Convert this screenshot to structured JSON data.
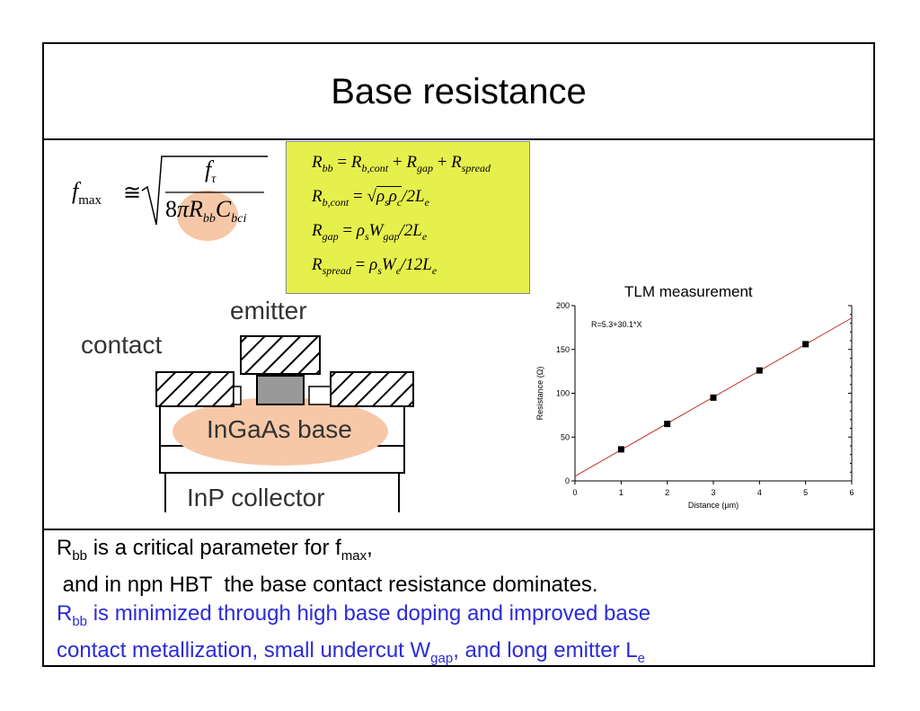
{
  "title": "Base resistance",
  "fmax_formula": {
    "lhs": "f",
    "lhs_sub": "max",
    "approx": "≅",
    "numerator": "f",
    "numerator_sub": "τ",
    "denom_8": "8",
    "denom_pi": "π",
    "denom_R": "R",
    "denom_R_sub": "bb",
    "denom_C": "C",
    "denom_C_sub": "bci"
  },
  "equations": {
    "l1": {
      "a": "R",
      "a_sub": "bb",
      "eq": " = ",
      "b": "R",
      "b_sub": "b,cont",
      "p1": " + ",
      "c": "R",
      "c_sub": "gap",
      "p2": " + ",
      "d": "R",
      "d_sub": "spread"
    },
    "l2": {
      "a": "R",
      "a_sub": "b,cont",
      "eq": " = ",
      "body": "ρ",
      "body_sub1": "s",
      "body2": "ρ",
      "body_sub2": "c",
      "tail": "/2L",
      "tail_sub": "e"
    },
    "l3": {
      "a": "R",
      "a_sub": "gap",
      "eq": " = ",
      "b": "ρ",
      "b_sub": "s",
      "c": "W",
      "c_sub": "gap",
      "tail": "/2L",
      "tail_sub": "e"
    },
    "l4": {
      "a": "R",
      "a_sub": "spread",
      "eq": " = ",
      "b": "ρ",
      "b_sub": "s",
      "c": "W",
      "c_sub": "e",
      "tail": "/12L",
      "tail_sub": "e"
    }
  },
  "device": {
    "emitter": "emitter",
    "contact": "contact",
    "base": "InGaAs base",
    "collector": "InP collector"
  },
  "chart_title": "TLM measurement",
  "chart_data": {
    "type": "scatter",
    "annotation": "R=5.3+30.1*X",
    "xlabel": "Distance (µm)",
    "ylabel": "Resistance  (Ω)",
    "xlim": [
      0,
      6
    ],
    "ylim": [
      0,
      200
    ],
    "x_ticks": [
      "0",
      "1",
      "2",
      "3",
      "4",
      "5",
      "6"
    ],
    "y_ticks": [
      "0",
      "50",
      "100",
      "150",
      "200"
    ],
    "points": [
      [
        1,
        36
      ],
      [
        2,
        65
      ],
      [
        3,
        95
      ],
      [
        4,
        126
      ],
      [
        5,
        156
      ]
    ],
    "fit": {
      "intercept": 5.3,
      "slope": 30.1
    },
    "colors": {
      "fit": "#c0302a",
      "points": "#000000"
    }
  },
  "summary": {
    "line1_a": "R",
    "line1_sub": "bb",
    "line1_b": " is a critical parameter for f",
    "line1_sub2": "max",
    "line1_c": ",",
    "line2": " and in npn HBT  the base contact resistance dominates.",
    "line3_a": "R",
    "line3_sub": "bb",
    "line3_b": " is minimized through high base doping and improved base",
    "line4_a": "contact metallization, small undercut W",
    "line4_sub": "gap",
    "line4_b": ", and long emitter L",
    "line4_sub2": "e"
  },
  "colors": {
    "highlight": "#e6f04c",
    "blue_text": "#2b2bd8",
    "ellipse": "#f6c8a8"
  }
}
